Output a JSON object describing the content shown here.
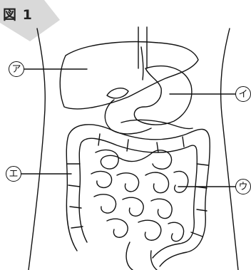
{
  "figure": {
    "title": "図 1",
    "labels": {
      "a": "ア",
      "i": "イ",
      "u": "ウ",
      "e": "エ"
    }
  },
  "colors": {
    "line": "#111111",
    "tab": "#d9d9d9",
    "background": "#ffffff"
  }
}
